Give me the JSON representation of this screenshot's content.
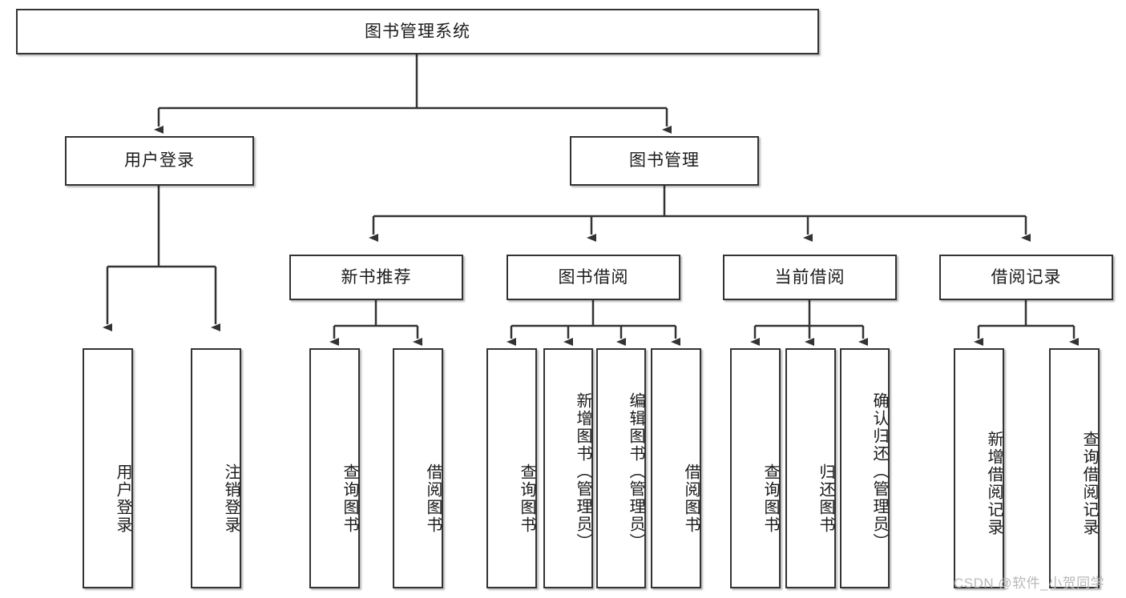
{
  "diagram": {
    "title": "图书管理系统",
    "type": "tree-hierarchy-chart",
    "root": {
      "label": "图书管理系统"
    },
    "level2": [
      {
        "label": "用户登录"
      },
      {
        "label": "图书管理"
      }
    ],
    "level3": [
      {
        "label": "新书推荐"
      },
      {
        "label": "图书借阅"
      },
      {
        "label": "当前借阅"
      },
      {
        "label": "借阅记录"
      }
    ],
    "leaves_user_login": [
      {
        "label": "用户登录"
      },
      {
        "label": "注销登录"
      }
    ],
    "leaves_new_books": [
      {
        "label": "查询图书"
      },
      {
        "label": "借阅图书"
      }
    ],
    "leaves_borrow": [
      {
        "label": "查询图书"
      },
      {
        "label": "新增图书（管理员）"
      },
      {
        "label": "编辑图书（管理员）"
      },
      {
        "label": "借阅图书"
      }
    ],
    "leaves_current": [
      {
        "label": "查询图书"
      },
      {
        "label": "归还图书"
      },
      {
        "label": "确认归还（管理员）"
      }
    ],
    "leaves_records": [
      {
        "label": "新增借阅记录"
      },
      {
        "label": "查询借阅记录"
      }
    ]
  },
  "watermark": {
    "text": "CSDN @软件_小贺同学"
  },
  "colors": {
    "border": "#333333",
    "background": "#ffffff",
    "text": "#1b1b1b",
    "watermark": "#b9b9b9"
  }
}
